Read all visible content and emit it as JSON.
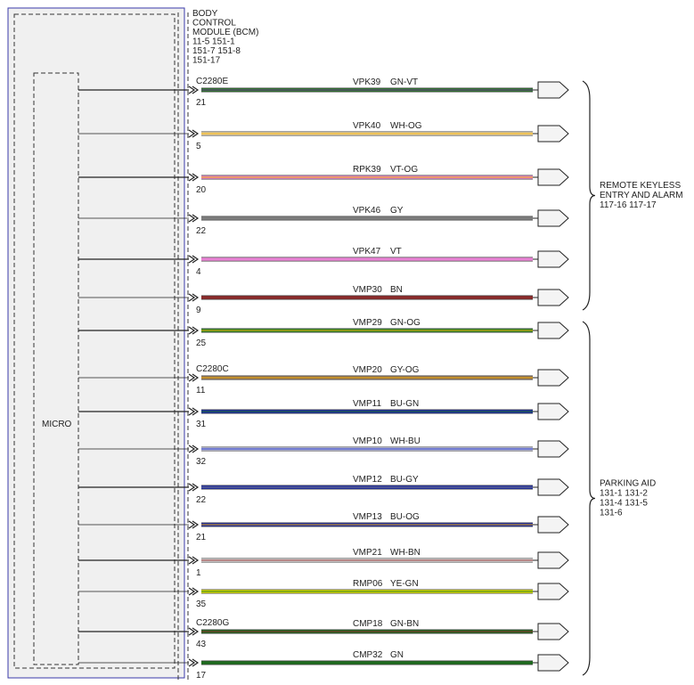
{
  "module": {
    "title_lines": [
      "BODY",
      "CONTROL",
      "MODULE (BCM)"
    ],
    "refs": [
      "11-5    151-1",
      "151-7   151-8",
      "151-17"
    ],
    "inner_label": "MICRO"
  },
  "connectors": [
    {
      "name": "C2280E",
      "row": 0
    },
    {
      "name": "C2280C",
      "row": 7
    },
    {
      "name": "C2280G",
      "row": 14
    }
  ],
  "wires": [
    {
      "circuit": "VPK39",
      "color_code": "GN-VT",
      "pin": "21",
      "colors": [
        "#1e6b1e",
        "#6b3a8a"
      ],
      "main": "#2a7a2a"
    },
    {
      "circuit": "VPK40",
      "color_code": "WH-OG",
      "pin": "5",
      "colors": [
        "#ffffff",
        "#e8a400"
      ],
      "main": "#f3e0b0"
    },
    {
      "circuit": "RPK39",
      "color_code": "VT-OG",
      "pin": "20",
      "colors": [
        "#e27ad0",
        "#e8a400"
      ],
      "main": "#ee8ad8"
    },
    {
      "circuit": "VPK46",
      "color_code": "GY",
      "pin": "22",
      "colors": [
        "#7a7a7a",
        "#7a7a7a"
      ],
      "main": "#808080"
    },
    {
      "circuit": "VPK47",
      "color_code": "VT",
      "pin": "4",
      "colors": [
        "#e27ad0",
        "#e27ad0"
      ],
      "main": "#ee8ad8"
    },
    {
      "circuit": "VMP30",
      "color_code": "BN",
      "pin": "9",
      "colors": [
        "#8b2a2a",
        "#8b2a2a"
      ],
      "main": "#8b2a2a"
    },
    {
      "circuit": "VMP29",
      "color_code": "GN-OG",
      "pin": "25",
      "colors": [
        "#1e6b1e",
        "#e8a400"
      ],
      "main": "#2a8a2a"
    },
    {
      "circuit": "VMP20",
      "color_code": "GY-OG",
      "pin": "11",
      "colors": [
        "#8a7a6a",
        "#e8a400"
      ],
      "main": "#9a7a5a"
    },
    {
      "circuit": "VMP11",
      "color_code": "BU-GN",
      "pin": "31",
      "colors": [
        "#1a2ab0",
        "#1e6b1e"
      ],
      "main": "#1a2ab0"
    },
    {
      "circuit": "VMP10",
      "color_code": "WH-BU",
      "pin": "32",
      "colors": [
        "#ffffff",
        "#1a2ab0"
      ],
      "main": "#c8ccf0"
    },
    {
      "circuit": "VMP12",
      "color_code": "BU-GY",
      "pin": "22",
      "colors": [
        "#1a2ab0",
        "#7a7a7a"
      ],
      "main": "#1a2ab0"
    },
    {
      "circuit": "VMP13",
      "color_code": "BU-OG",
      "pin": "21",
      "colors": [
        "#1a2ab0",
        "#e8a400"
      ],
      "main": "#1a2ab0"
    },
    {
      "circuit": "VMP21",
      "color_code": "WH-BN",
      "pin": "1",
      "colors": [
        "#ffffff",
        "#8b2a2a"
      ],
      "main": "#e6e6e6"
    },
    {
      "circuit": "RMP06",
      "color_code": "YE-GN",
      "pin": "35",
      "colors": [
        "#f0f000",
        "#1e6b1e"
      ],
      "main": "#f0f000"
    },
    {
      "circuit": "CMP18",
      "color_code": "GN-BN",
      "pin": "43",
      "colors": [
        "#1e6b1e",
        "#8b2a2a"
      ],
      "main": "#1e6b1e"
    },
    {
      "circuit": "CMP32",
      "color_code": "GN",
      "pin": "17",
      "colors": [
        "#1e6b1e",
        "#1e6b1e"
      ],
      "main": "#1e6b1e"
    }
  ],
  "groups": [
    {
      "label_lines": [
        "REMOTE KEYLESS",
        "ENTRY AND ALARM",
        "117-16     117-17"
      ],
      "first_row": 0,
      "last_row": 5
    },
    {
      "label_lines": [
        "PARKING AID",
        "131-1         131-2",
        "131-4         131-5",
        "131-6"
      ],
      "first_row": 6,
      "last_row": 15
    }
  ]
}
